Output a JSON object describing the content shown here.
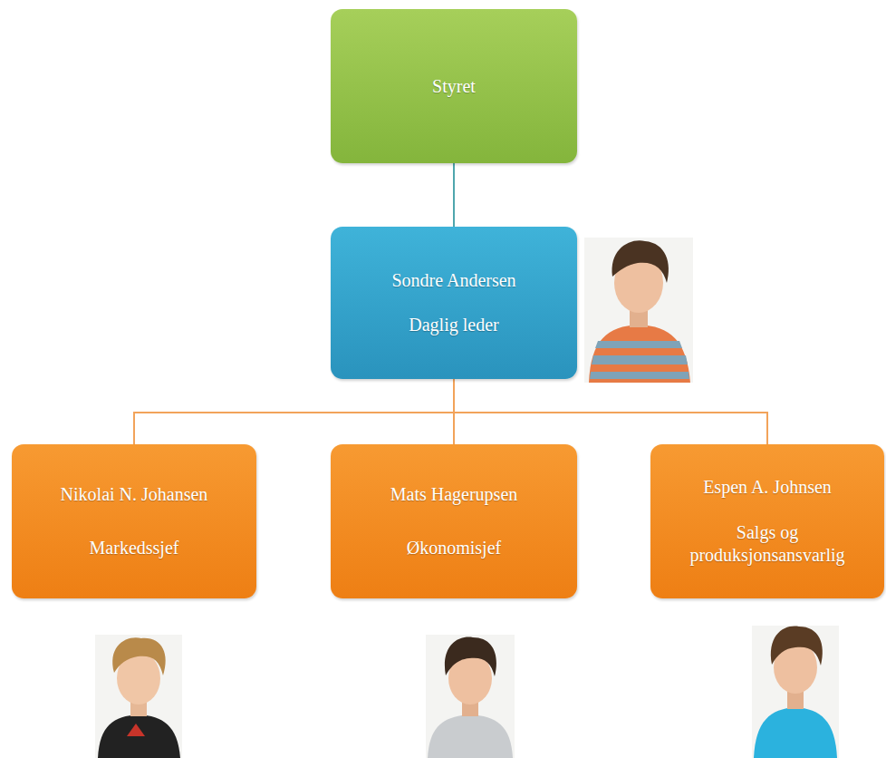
{
  "diagram": {
    "nodes": [
      {
        "text": [
          "Styret"
        ]
      },
      {
        "text": [
          "Sondre Andersen",
          "Daglig leder"
        ]
      },
      {
        "text": [
          "Nikolai N. Johansen",
          "Markedssjef"
        ]
      },
      {
        "text": [
          "Mats Hagerupsen",
          "Økonomisjef"
        ]
      },
      {
        "text": [
          "Espen A. Johnsen",
          "Salgs og produksjonsansvarlig"
        ]
      }
    ],
    "edges": [
      {
        "from": 0,
        "to": 1,
        "arrow": "none"
      },
      {
        "from": 1,
        "to": 2,
        "arrow": "none"
      },
      {
        "from": 1,
        "to": 3,
        "arrow": "none"
      },
      {
        "from": 1,
        "to": 4,
        "arrow": "none"
      }
    ]
  }
}
